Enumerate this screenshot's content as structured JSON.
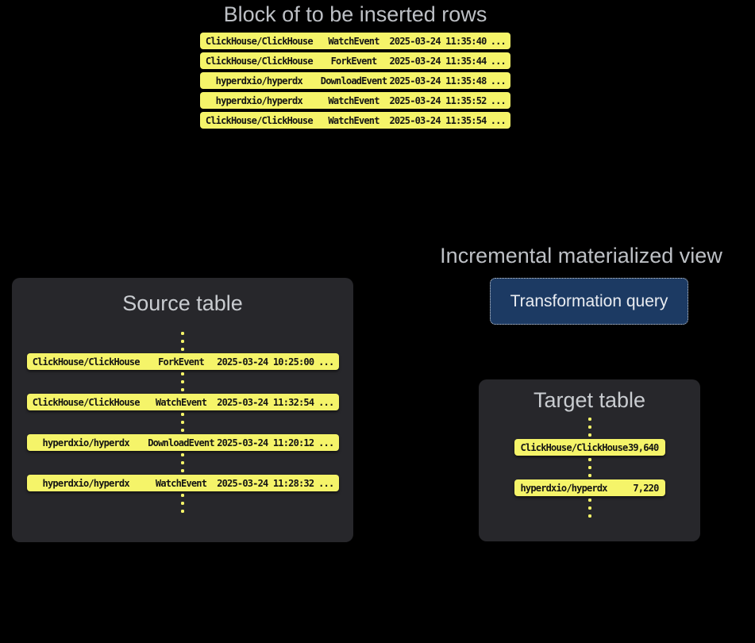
{
  "colors": {
    "background": "#000000",
    "box_background": "#27272b",
    "row_background": "#f5f469",
    "row_text": "#141414",
    "title_text": "#c9ccd0",
    "button_background": "#1c3a63",
    "button_border": "#d0d3d7",
    "button_text": "#e9ecf1",
    "dot": "#f5f469"
  },
  "insert_block": {
    "title": "Block of to be inserted rows",
    "rows": [
      {
        "repo": "ClickHouse/ClickHouse",
        "event": "WatchEvent",
        "timestamp": "2025-03-24 11:35:40",
        "more": "..."
      },
      {
        "repo": "ClickHouse/ClickHouse",
        "event": "ForkEvent",
        "timestamp": "2025-03-24 11:35:44",
        "more": "..."
      },
      {
        "repo": "hyperdxio/hyperdx",
        "event": "DownloadEvent",
        "timestamp": "2025-03-24 11:35:48",
        "more": "..."
      },
      {
        "repo": "hyperdxio/hyperdx",
        "event": "WatchEvent",
        "timestamp": "2025-03-24 11:35:52",
        "more": "..."
      },
      {
        "repo": "ClickHouse/ClickHouse",
        "event": "WatchEvent",
        "timestamp": "2025-03-24 11:35:54",
        "more": "..."
      }
    ]
  },
  "source_table": {
    "title": "Source table",
    "rows": [
      {
        "repo": "ClickHouse/ClickHouse",
        "event": "ForkEvent",
        "timestamp": "2025-03-24 10:25:00",
        "more": "..."
      },
      {
        "repo": "ClickHouse/ClickHouse",
        "event": "WatchEvent",
        "timestamp": "2025-03-24 11:32:54",
        "more": "..."
      },
      {
        "repo": "hyperdxio/hyperdx",
        "event": "DownloadEvent",
        "timestamp": "2025-03-24 11:20:12",
        "more": "..."
      },
      {
        "repo": "hyperdxio/hyperdx",
        "event": "WatchEvent",
        "timestamp": "2025-03-24 11:28:32",
        "more": "..."
      }
    ]
  },
  "materialized_view": {
    "title": "Incremental materialized view",
    "button_label": "Transformation query"
  },
  "target_table": {
    "title": "Target table",
    "rows": [
      {
        "repo": "ClickHouse/ClickHouse",
        "count": "39,640"
      },
      {
        "repo": "hyperdxio/hyperdx",
        "count": "7,220"
      }
    ]
  }
}
